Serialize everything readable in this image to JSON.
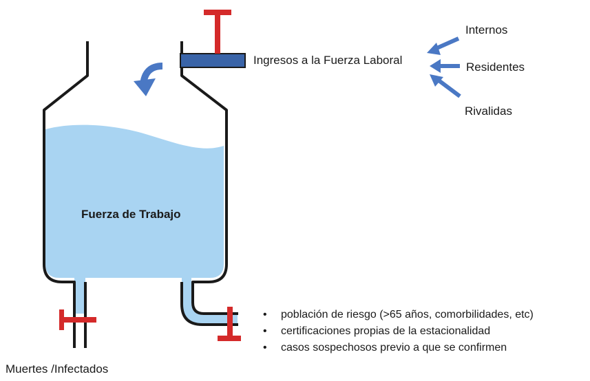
{
  "tank_label": "Fuerza de Trabajo",
  "inflow_label": "Ingresos a la Fuerza Laboral",
  "sources": [
    "Internos",
    "Residentes",
    "Rivalidas"
  ],
  "outflow_bottom_label": "Muertes /Infectados",
  "outflow_right_items": [
    "población de riesgo (>65 años, comorbilidades, etc)",
    "certificaciones propias de la estacionalidad",
    "casos sospechosos previo a que se confirmen"
  ],
  "colors": {
    "water": "#a9d4f2",
    "valve": "#d42a2a",
    "inflow_pipe": "#3a64a8",
    "arrow": "#4a78c4",
    "outline": "#1a1a1a"
  }
}
